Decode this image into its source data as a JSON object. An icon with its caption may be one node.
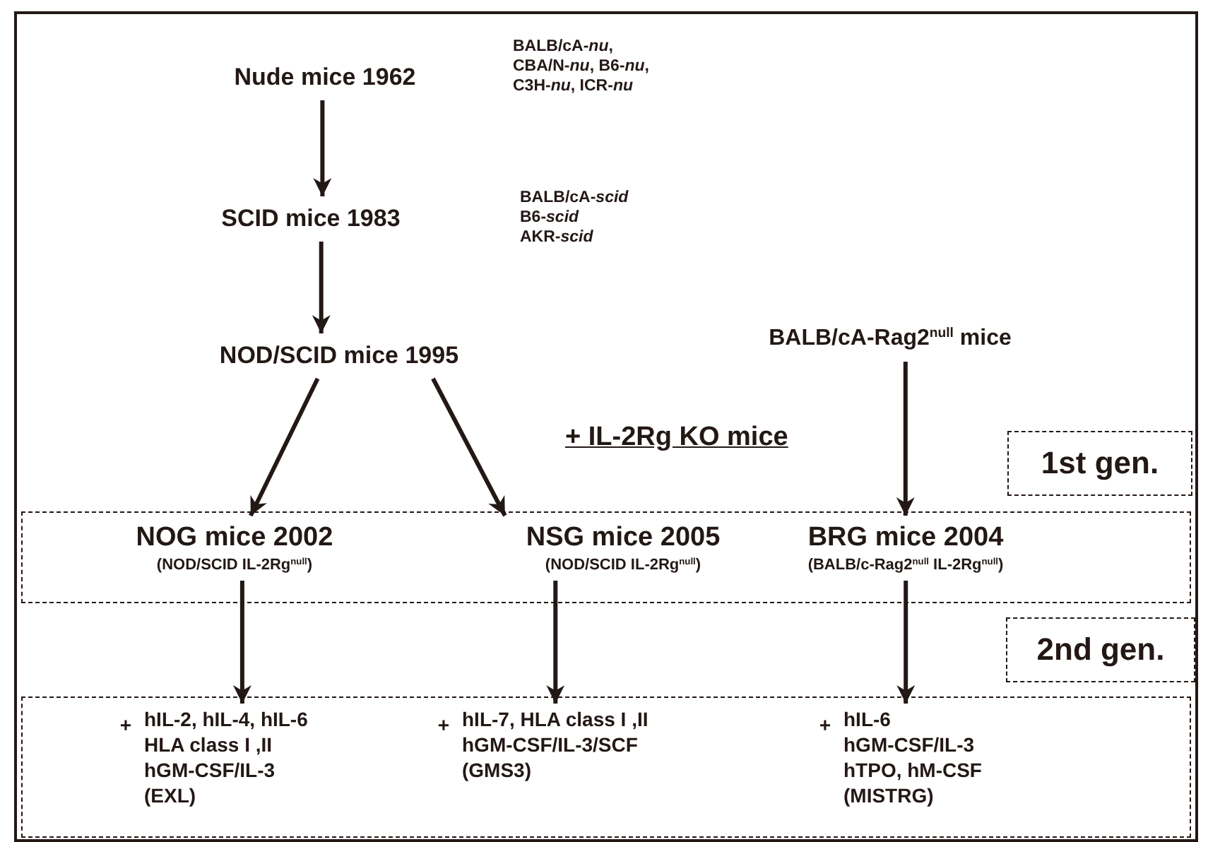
{
  "diagram": {
    "nodes": [
      {
        "text": [
          "Nude mice 1962"
        ]
      },
      {
        "text": [
          "SCID mice 1983"
        ]
      },
      {
        "text": [
          "NOD/SCID mice 1995"
        ]
      },
      {
        "text": [
          "BALB/cA-Rag2$^{null}$ mice"
        ]
      },
      {
        "text": [
          "1st gen."
        ]
      },
      {
        "text": [],
        "shape": "box"
      },
      {
        "text": [
          "NOG mice 2002",
          "(NOD/SCID IL-2Rg$^{null}$)"
        ],
        "in": 5
      },
      {
        "text": [
          "NSG mice 2005",
          "(NOD/SCID IL-2Rg$^{null}$)"
        ],
        "in": 5
      },
      {
        "text": [
          "BRG mice 2004",
          "(BALB/c-Rag2$^{null}$ IL-2Rg$^{null}$)"
        ],
        "in": 5
      },
      {
        "text": [
          "2nd gen."
        ]
      },
      {
        "text": [],
        "shape": "box"
      },
      {
        "text": [
          "+",
          "hIL-2, hIL-4, hIL-6",
          "HLA class I ,II",
          "hGM-CSF/IL-3",
          "(EXL)"
        ],
        "in": 10
      },
      {
        "text": [
          "+",
          "hIL-7, HLA class I ,II",
          "hGM-CSF/IL-3/SCF",
          "(GMS3)"
        ],
        "in": 10
      },
      {
        "text": [
          "+",
          "hIL-6",
          "hGM-CSF/IL-3",
          "hTPO, hM-CSF",
          "(MISTRG)"
        ],
        "in": 10
      }
    ],
    "edges": [
      {
        "from": 0,
        "to": 1,
        "arrow": "to"
      },
      {
        "from": 1,
        "to": 2,
        "arrow": "to"
      },
      {
        "from": 2,
        "to": 6,
        "arrow": "to"
      },
      {
        "from": 2,
        "to": 7,
        "arrow": "to"
      },
      {
        "from": 3,
        "to": 8,
        "arrow": "to"
      },
      {
        "from": 6,
        "to": 11,
        "arrow": "to"
      },
      {
        "from": 7,
        "to": 12,
        "arrow": "to"
      },
      {
        "from": 8,
        "to": 13,
        "arrow": "to"
      }
    ],
    "labels": [
      "BALB/cA-*nu*, CBA/N-*nu*, B6-*nu*, C3H-*nu*, ICR-*nu*",
      "BALB/cA-*scid*",
      "B6-*scid*",
      "AKR-*scid*",
      "+ IL-2Rg KO mice"
    ]
  }
}
